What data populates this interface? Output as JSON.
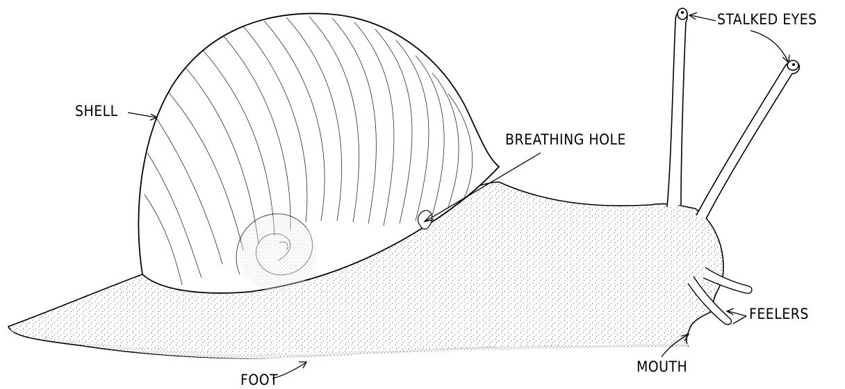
{
  "labels": {
    "shell": "SHELL",
    "stalked_eyes": "STALKED EYES",
    "breathing_hole": "BREATHING HOLE",
    "feelers": "FEELERS",
    "mouth": "MOUTH",
    "foot": "FOOT"
  },
  "colors": {
    "ink": "#000000",
    "background": "#ffffff"
  }
}
